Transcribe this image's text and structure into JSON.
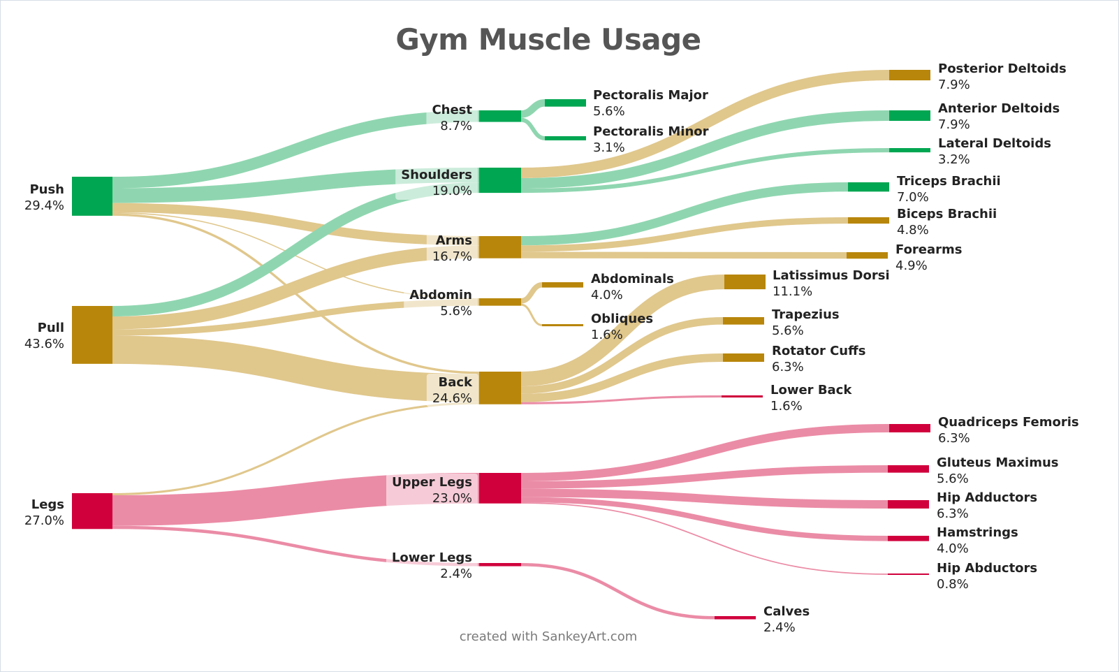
{
  "title": "Gym Muscle Usage",
  "credit": "created with SankeyArt.com",
  "colors": {
    "green": "#00a651",
    "gold": "#b8860b",
    "red": "#d0003c",
    "green_link": "#8fd6b0",
    "gold_link": "#e0c78c",
    "red_link": "#eb8ca6"
  },
  "chart_data": {
    "type": "sankey",
    "title": "Gym Muscle Usage",
    "unit": "%",
    "nodes": [
      {
        "id": "push",
        "name": "Push",
        "value": "29.4%",
        "color": "green"
      },
      {
        "id": "pull",
        "name": "Pull",
        "value": "43.6%",
        "color": "gold"
      },
      {
        "id": "legs",
        "name": "Legs",
        "value": "27.0%",
        "color": "red"
      },
      {
        "id": "chest",
        "name": "Chest",
        "value": "8.7%",
        "color": "green"
      },
      {
        "id": "shoulders",
        "name": "Shoulders",
        "value": "19.0%",
        "color": "green"
      },
      {
        "id": "arms",
        "name": "Arms",
        "value": "16.7%",
        "color": "gold"
      },
      {
        "id": "abdomin",
        "name": "Abdomin",
        "value": "5.6%",
        "color": "gold"
      },
      {
        "id": "back",
        "name": "Back",
        "value": "24.6%",
        "color": "gold"
      },
      {
        "id": "upperlegs",
        "name": "Upper Legs",
        "value": "23.0%",
        "color": "red"
      },
      {
        "id": "lowerlegs",
        "name": "Lower Legs",
        "value": "2.4%",
        "color": "red"
      },
      {
        "id": "pecmaj",
        "name": "Pectoralis Major",
        "value": "5.6%",
        "color": "green"
      },
      {
        "id": "pecmin",
        "name": "Pectoralis Minor",
        "value": "3.1%",
        "color": "green"
      },
      {
        "id": "abdominals",
        "name": "Abdominals",
        "value": "4.0%",
        "color": "gold"
      },
      {
        "id": "obliques",
        "name": "Obliques",
        "value": "1.6%",
        "color": "gold"
      },
      {
        "id": "latdorsi",
        "name": "Latissimus Dorsi",
        "value": "11.1%",
        "color": "gold"
      },
      {
        "id": "trapezius",
        "name": "Trapezius",
        "value": "5.6%",
        "color": "gold"
      },
      {
        "id": "rotator",
        "name": "Rotator Cuffs",
        "value": "6.3%",
        "color": "gold"
      },
      {
        "id": "lowerback",
        "name": "Lower Back",
        "value": "1.6%",
        "color": "red"
      },
      {
        "id": "calves",
        "name": "Calves",
        "value": "2.4%",
        "color": "red"
      },
      {
        "id": "postdelt",
        "name": "Posterior Deltoids",
        "value": "7.9%",
        "color": "gold"
      },
      {
        "id": "antdelt",
        "name": "Anterior Deltoids",
        "value": "7.9%",
        "color": "green"
      },
      {
        "id": "latdelt",
        "name": "Lateral Deltoids",
        "value": "3.2%",
        "color": "green"
      },
      {
        "id": "triceps",
        "name": "Triceps Brachii",
        "value": "7.0%",
        "color": "green"
      },
      {
        "id": "biceps",
        "name": "Biceps Brachii",
        "value": "4.8%",
        "color": "gold"
      },
      {
        "id": "forearms",
        "name": "Forearms",
        "value": "4.9%",
        "color": "gold"
      },
      {
        "id": "quads",
        "name": "Quadriceps Femoris",
        "value": "6.3%",
        "color": "red"
      },
      {
        "id": "glutes",
        "name": "Gluteus Maximus",
        "value": "5.6%",
        "color": "red"
      },
      {
        "id": "hipadd",
        "name": "Hip Adductors",
        "value": "6.3%",
        "color": "red"
      },
      {
        "id": "hamstrings",
        "name": "Hamstrings",
        "value": "4.0%",
        "color": "red"
      },
      {
        "id": "hipabd",
        "name": "Hip Abductors",
        "value": "0.8%",
        "color": "red"
      }
    ],
    "links": [
      {
        "source": "push",
        "target": "chest",
        "value": 8.7
      },
      {
        "source": "push",
        "target": "shoulders",
        "value": 11.1
      },
      {
        "source": "push",
        "target": "arms",
        "value": 7.0
      },
      {
        "source": "push",
        "target": "abdomin",
        "value": 0.8
      },
      {
        "source": "push",
        "target": "back",
        "value": 1.8
      },
      {
        "source": "pull",
        "target": "shoulders",
        "value": 7.9
      },
      {
        "source": "pull",
        "target": "arms",
        "value": 9.7
      },
      {
        "source": "pull",
        "target": "abdomin",
        "value": 4.8
      },
      {
        "source": "pull",
        "target": "back",
        "value": 21.2
      },
      {
        "source": "legs",
        "target": "back",
        "value": 1.6
      },
      {
        "source": "legs",
        "target": "upperlegs",
        "value": 23.0
      },
      {
        "source": "legs",
        "target": "lowerlegs",
        "value": 2.4
      },
      {
        "source": "chest",
        "target": "pecmaj",
        "value": 5.6
      },
      {
        "source": "chest",
        "target": "pecmin",
        "value": 3.1
      },
      {
        "source": "shoulders",
        "target": "postdelt",
        "value": 7.9
      },
      {
        "source": "shoulders",
        "target": "antdelt",
        "value": 7.9
      },
      {
        "source": "shoulders",
        "target": "latdelt",
        "value": 3.2
      },
      {
        "source": "arms",
        "target": "triceps",
        "value": 7.0
      },
      {
        "source": "arms",
        "target": "biceps",
        "value": 4.8
      },
      {
        "source": "arms",
        "target": "forearms",
        "value": 4.9
      },
      {
        "source": "abdomin",
        "target": "abdominals",
        "value": 4.0
      },
      {
        "source": "abdomin",
        "target": "obliques",
        "value": 1.6
      },
      {
        "source": "back",
        "target": "latdorsi",
        "value": 11.1
      },
      {
        "source": "back",
        "target": "trapezius",
        "value": 5.6
      },
      {
        "source": "back",
        "target": "rotator",
        "value": 6.3
      },
      {
        "source": "back",
        "target": "lowerback",
        "value": 1.6
      },
      {
        "source": "upperlegs",
        "target": "quads",
        "value": 6.3
      },
      {
        "source": "upperlegs",
        "target": "glutes",
        "value": 5.6
      },
      {
        "source": "upperlegs",
        "target": "hipadd",
        "value": 6.3
      },
      {
        "source": "upperlegs",
        "target": "hamstrings",
        "value": 4.0
      },
      {
        "source": "upperlegs",
        "target": "hipabd",
        "value": 0.8
      },
      {
        "source": "lowerlegs",
        "target": "calves",
        "value": 2.4
      }
    ]
  }
}
